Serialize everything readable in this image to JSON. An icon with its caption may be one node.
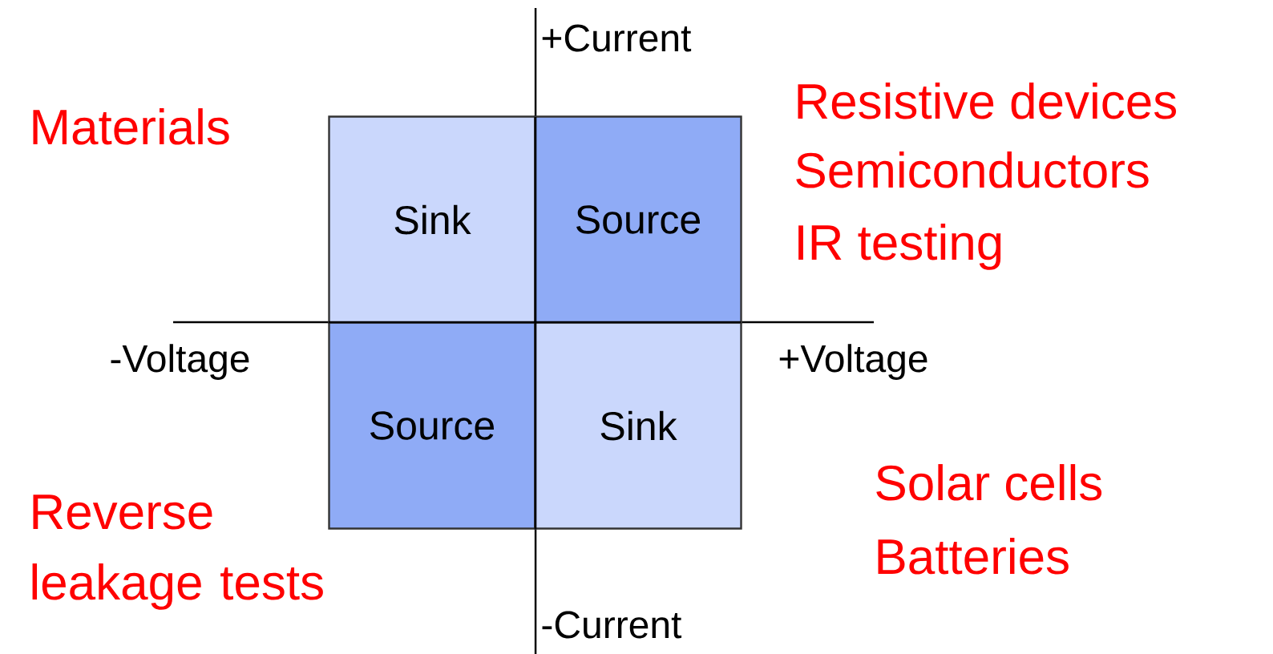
{
  "diagram": {
    "nodes": [
      {
        "text": [
          "Sink"
        ]
      },
      {
        "text": [
          "Source"
        ]
      },
      {
        "text": [
          "Source"
        ]
      },
      {
        "text": [
          "Sink"
        ]
      }
    ],
    "labels": [
      "+Current",
      "Materials",
      "Resistive devices",
      "Semiconductors",
      "IR testing",
      "-Voltage",
      "+Voltage",
      "Reverse leakage tests",
      "Solar cells",
      "Batteries",
      "-Current"
    ]
  }
}
